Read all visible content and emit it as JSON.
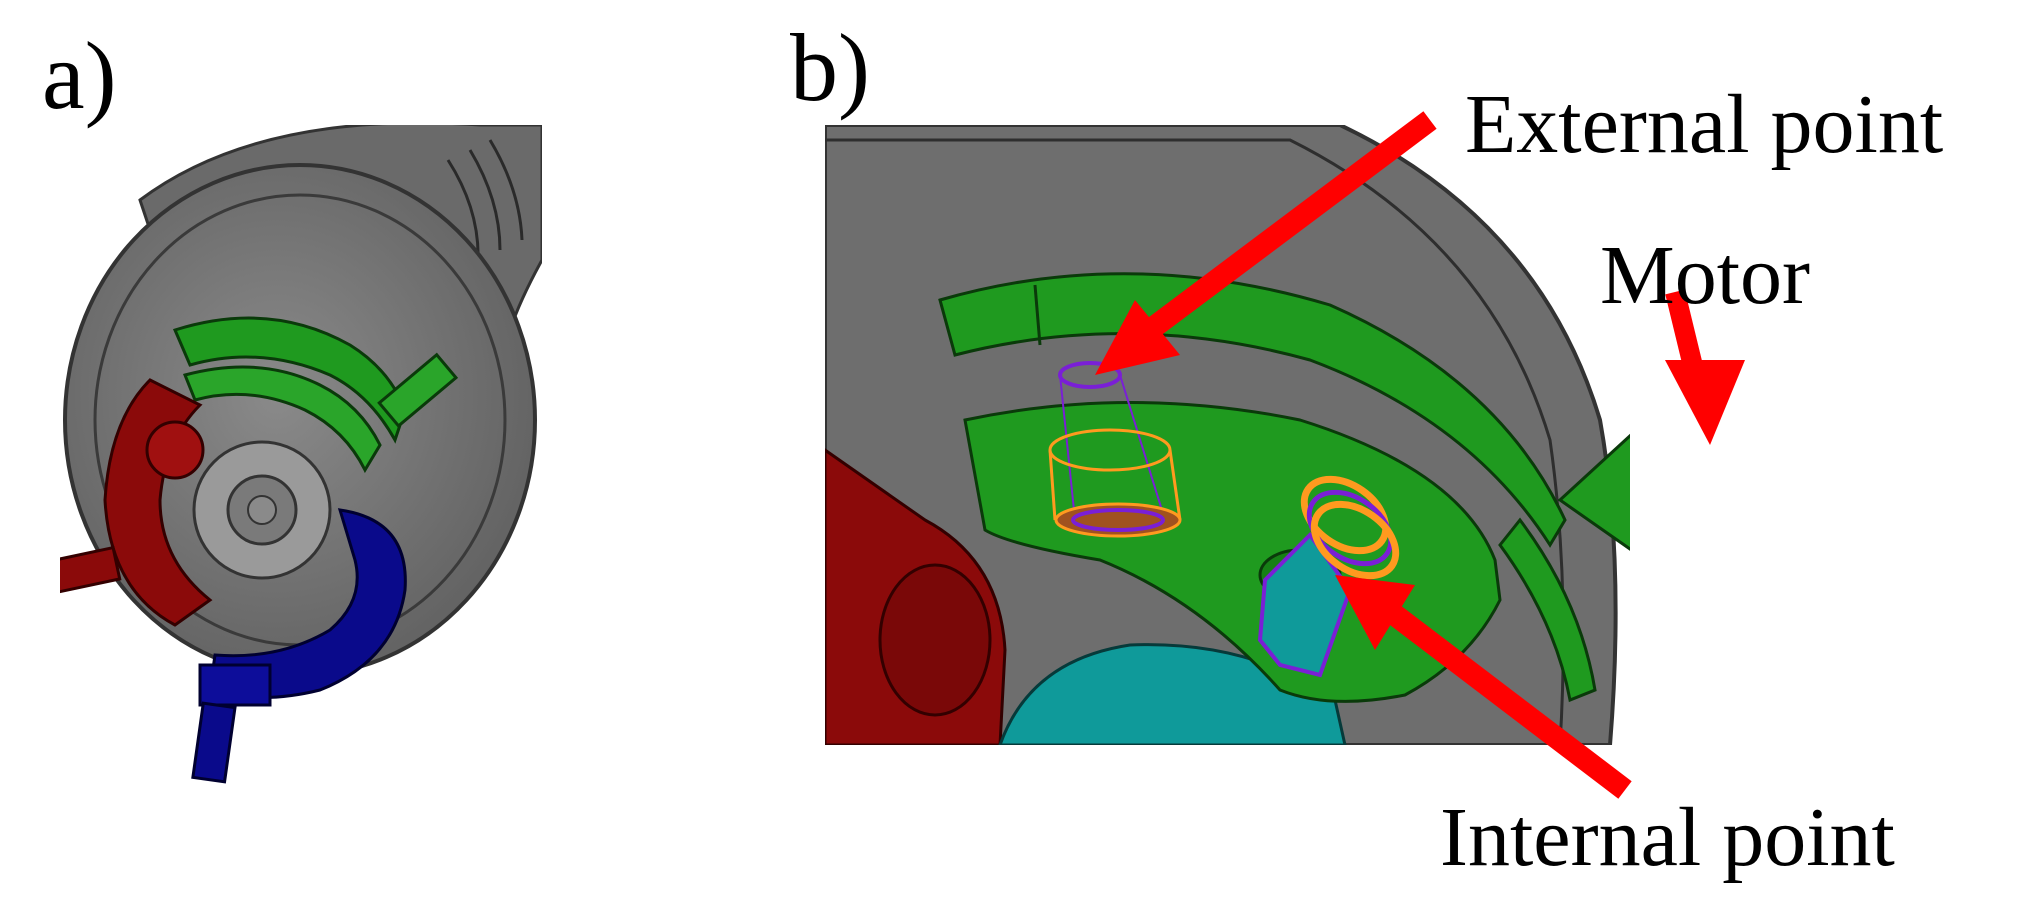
{
  "panels": [
    {
      "id": "a",
      "label": "a)"
    },
    {
      "id": "b",
      "label": "b)"
    }
  ],
  "annotations": {
    "external_point": "External point",
    "motor": "Motor",
    "internal_point": "Internal point"
  },
  "colors": {
    "housing_gray": "#6e6e6e",
    "housing_dark": "#4a4a4a",
    "part_green": "#1f8f1f",
    "part_red": "#8b0a0a",
    "part_blue": "#0a0a8b",
    "part_teal": "#0f8f8f",
    "arrow_red": "#ff0000",
    "outline_purple": "#7a1fd6",
    "outline_orange": "#ff9a1f"
  }
}
